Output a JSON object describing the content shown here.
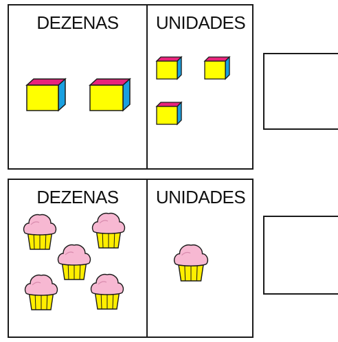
{
  "exercises": [
    {
      "tens_label": "DEZENAS",
      "units_label": "UNIDADES",
      "tens_count": 2,
      "units_count": 3,
      "item": "cube-icon"
    },
    {
      "tens_label": "DEZENAS",
      "units_label": "UNIDADES",
      "tens_count": 5,
      "units_count": 1,
      "item": "cupcake-icon"
    }
  ],
  "colors": {
    "cube_front": "#ffff00",
    "cube_top": "#e8247c",
    "cube_side": "#1aa0e0",
    "cupcake_frosting": "#f7b8d2",
    "cupcake_wrapper": "#ffee00",
    "outline": "#1a1a1a"
  }
}
